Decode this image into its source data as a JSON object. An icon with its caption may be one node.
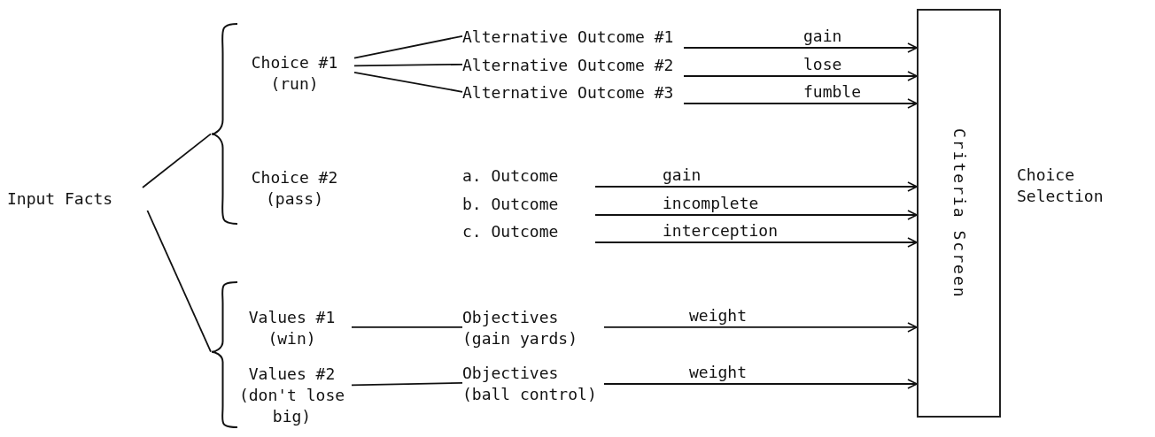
{
  "diagram": {
    "nodes": [
      {
        "text": [
          "Input Facts"
        ]
      },
      {
        "text": [],
        "shape": "brace"
      },
      {
        "text": [
          "Choice #1 (run)"
        ]
      },
      {
        "text": [
          "Choice #2 (pass)"
        ]
      },
      {
        "text": [],
        "shape": "brace"
      },
      {
        "text": [
          "Values #1 (win)"
        ]
      },
      {
        "text": [
          "Values #2 (don't lose big)"
        ]
      },
      {
        "text": [
          "Alternative Outcome #1"
        ]
      },
      {
        "text": [
          "Alternative Outcome #2"
        ]
      },
      {
        "text": [
          "Alternative Outcome #3"
        ]
      },
      {
        "text": [
          "a. Outcome"
        ]
      },
      {
        "text": [
          "b. Outcome"
        ]
      },
      {
        "text": [
          "c. Outcome"
        ]
      },
      {
        "text": [
          "Objectives (gain yards)"
        ]
      },
      {
        "text": [
          "Objectives (ball control)"
        ]
      },
      {
        "text": [
          "Criteria Screen"
        ]
      }
    ],
    "edges": [
      {
        "from": 0,
        "to": 1,
        "arrow": "none"
      },
      {
        "from": 0,
        "to": 4,
        "arrow": "none"
      },
      {
        "from": 2,
        "to": 7,
        "arrow": "none"
      },
      {
        "from": 2,
        "to": 8,
        "arrow": "none"
      },
      {
        "from": 2,
        "to": 9,
        "arrow": "none"
      },
      {
        "from": 5,
        "to": 13,
        "arrow": "none"
      },
      {
        "from": 6,
        "to": 14,
        "arrow": "none"
      },
      {
        "from": 7,
        "to": 15,
        "arrow": "to",
        "label": "gain"
      },
      {
        "from": 8,
        "to": 15,
        "arrow": "to",
        "label": "lose"
      },
      {
        "from": 9,
        "to": 15,
        "arrow": "to",
        "label": "fumble"
      },
      {
        "from": 10,
        "to": 15,
        "arrow": "to",
        "label": "gain"
      },
      {
        "from": 11,
        "to": 15,
        "arrow": "to",
        "label": "incomplete"
      },
      {
        "from": 12,
        "to": 15,
        "arrow": "to",
        "label": "interception"
      },
      {
        "from": 13,
        "to": 15,
        "arrow": "to",
        "label": "weight"
      },
      {
        "from": 14,
        "to": 15,
        "arrow": "to",
        "label": "weight"
      }
    ],
    "labels": [
      "Choice Selection"
    ]
  }
}
